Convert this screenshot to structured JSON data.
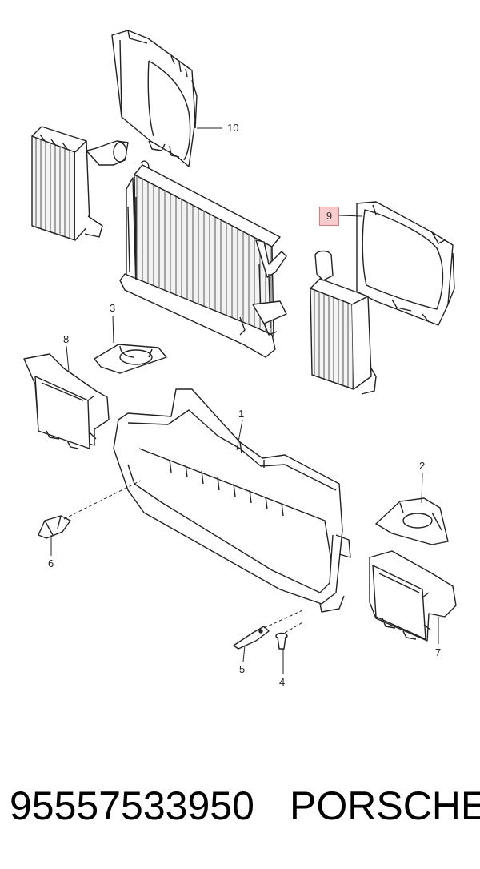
{
  "callouts": {
    "c1": "1",
    "c2": "2",
    "c3": "3",
    "c4": "4",
    "c5": "5",
    "c6": "6",
    "c7": "7",
    "c8": "8",
    "c9": "9",
    "c10": "10"
  },
  "highlighted_callout": "9",
  "highlight_color": "#f8cccc",
  "footer": {
    "part_number": "95557533950",
    "brand": "PORSCHE"
  }
}
